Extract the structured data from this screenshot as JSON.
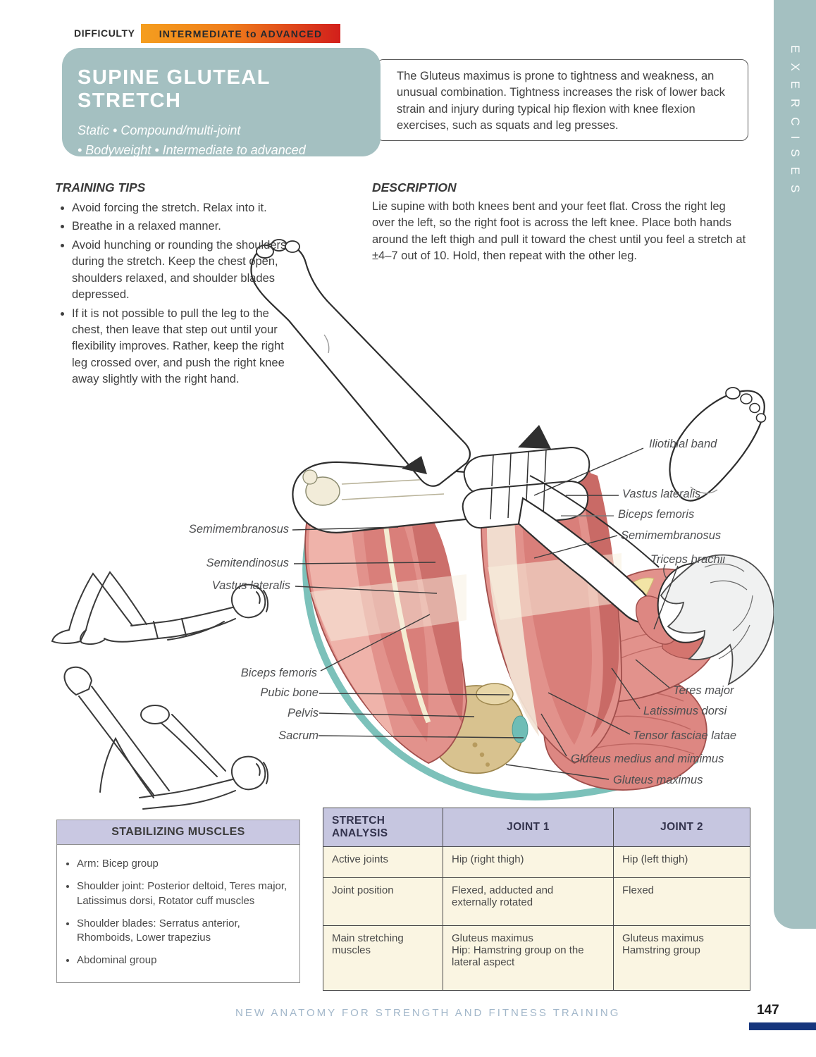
{
  "badge": {
    "label": "DIFFICULTY",
    "value": "INTERMEDIATE to ADVANCED"
  },
  "header": {
    "title": "SUPINE GLUTEAL STRETCH",
    "subtitle_line1": "Static • Compound/multi-joint",
    "subtitle_line2": "• Bodyweight • Intermediate to advanced"
  },
  "sidebar": {
    "label": "EXERCISES"
  },
  "intro": {
    "text": "The Gluteus maximus is prone to tightness and weakness, an unusual combination. Tightness increases the risk of lower back strain and injury during typical hip flexion with knee flexion exercises, such as squats and leg presses."
  },
  "training_tips": {
    "heading": "TRAINING TIPS",
    "items": [
      "Avoid forcing the stretch. Relax into it.",
      "Breathe in a relaxed manner.",
      "Avoid hunching or rounding the shoulders during the stretch. Keep the chest open, shoulders relaxed, and shoulder blades depressed.",
      "If it is not possible to pull the leg to the chest, then leave that step out until your flexibility improves. Rather, keep the right leg crossed over, and push the right knee away slightly with the right hand."
    ]
  },
  "description": {
    "heading": "DESCRIPTION",
    "text": "Lie supine with both knees bent and your feet flat. Cross the right leg over the left, so the right foot is across the left knee. Place both hands around the left thigh and pull it toward the chest until you feel a stretch at ±4–7 out of 10. Hold, then repeat with the other leg."
  },
  "labels": {
    "left": [
      "Semimembranosus",
      "Semitendinosus",
      "Vastus lateralis",
      "Biceps femoris",
      "Pubic bone",
      "Pelvis",
      "Sacrum"
    ],
    "right": [
      "Iliotibial band",
      "Vastus lateralis",
      "Biceps femoris",
      "Semimembranosus",
      "Triceps brachii",
      "Teres major",
      "Latissimus dorsi",
      "Tensor fasciae latae",
      "Gluteus medius and mimimus",
      "Gluteus maximus"
    ]
  },
  "stabilizing": {
    "heading": "STABILIZING MUSCLES",
    "items": [
      "Arm: Bicep group",
      "Shoulder joint: Posterior deltoid, Teres major, Latissimus dorsi, Rotator cuff muscles",
      "Shoulder blades: Serratus anterior, Rhomboids, Lower trapezius",
      "Abdominal group"
    ]
  },
  "analysis": {
    "headers": [
      "STRETCH ANALYSIS",
      "JOINT 1",
      "JOINT 2"
    ],
    "rows": [
      {
        "label": "Active joints",
        "joint1": "Hip (right thigh)",
        "joint2": "Hip (left thigh)"
      },
      {
        "label": "Joint position",
        "joint1": "Flexed, adducted and\nexternally rotated",
        "joint2": "Flexed"
      },
      {
        "label": "Main stretching\nmuscles",
        "joint1": "Gluteus maximus\nHip: Hamstring group on the lateral aspect",
        "joint2": "Gluteus maximus\nHamstring group"
      }
    ]
  },
  "footer": {
    "text": "NEW ANATOMY FOR STRENGTH AND FITNESS TRAINING",
    "page_number": "147"
  },
  "colors": {
    "teal": "#a4c0c1",
    "badge_start": "#f59e1e",
    "badge_end": "#d21f1b",
    "table_header": "#c6c6e0",
    "table_body": "#faf5e2",
    "navy_bar": "#16367d",
    "muscle_pink": "#e2928c",
    "body_teal": "#7cc1ba"
  }
}
